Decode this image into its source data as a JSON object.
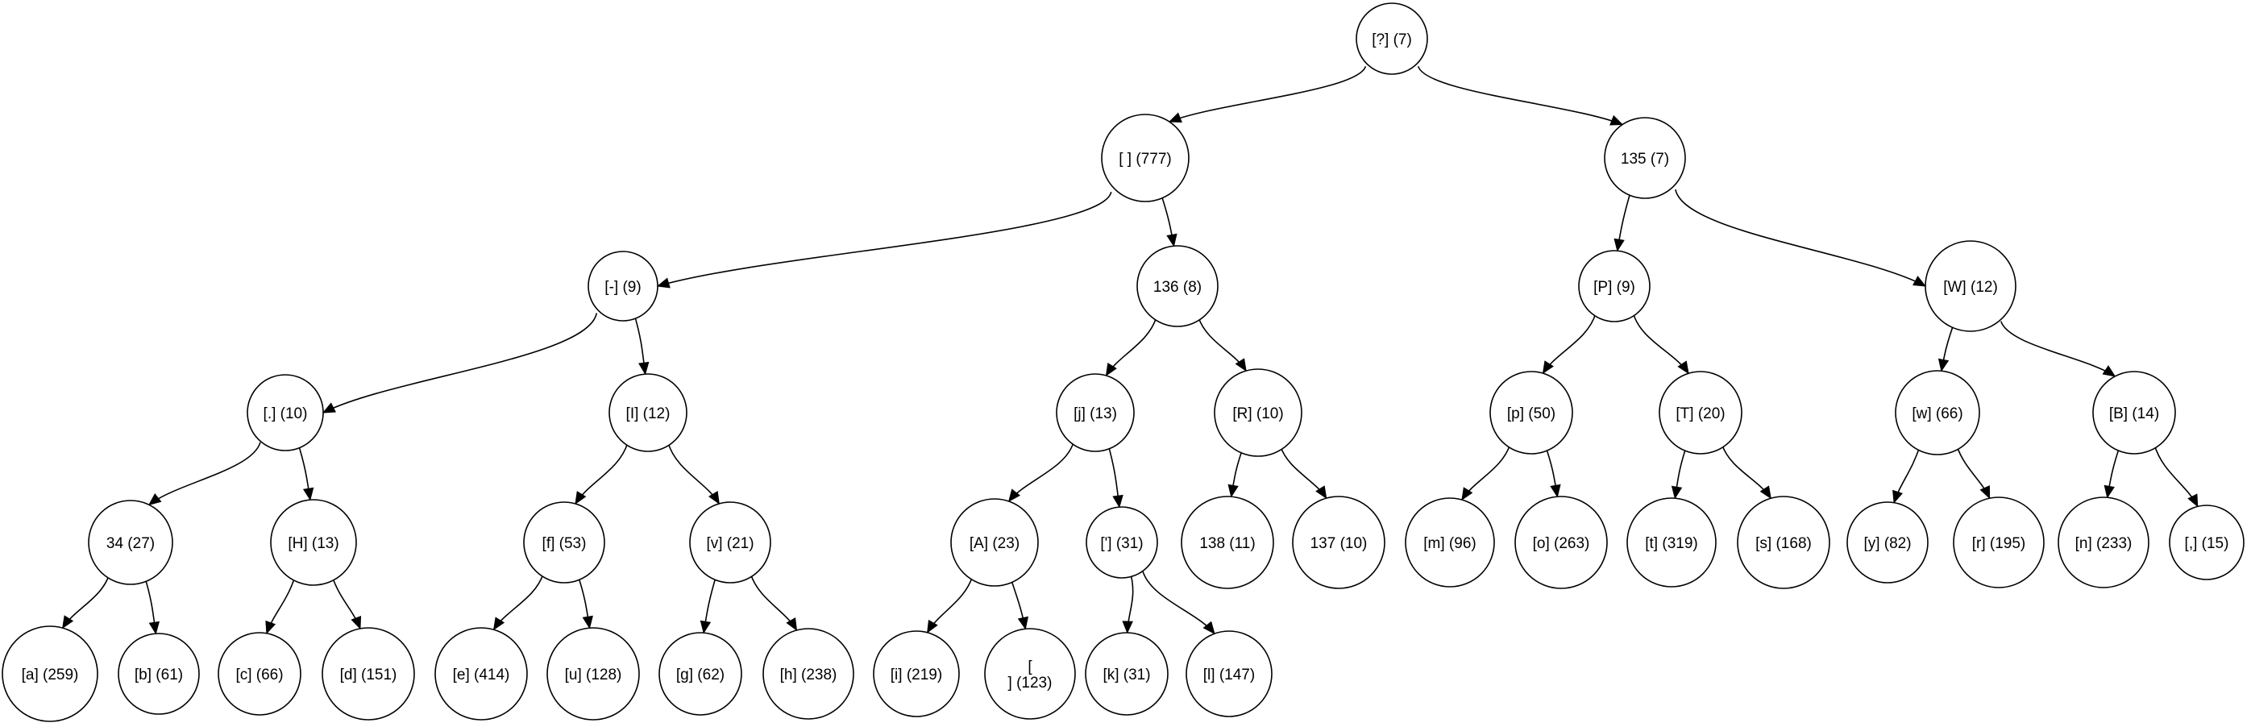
{
  "nodes": [
    {
      "id": "root",
      "lines": [
        "[?] (7)"
      ]
    },
    {
      "id": "n1",
      "lines": [
        "[ ] (777)"
      ]
    },
    {
      "id": "n2",
      "lines": [
        "135 (7)"
      ]
    },
    {
      "id": "n3",
      "lines": [
        "[-] (9)"
      ]
    },
    {
      "id": "n4",
      "lines": [
        "136 (8)"
      ]
    },
    {
      "id": "n5",
      "lines": [
        "[P] (9)"
      ]
    },
    {
      "id": "n6",
      "lines": [
        "[W] (12)"
      ]
    },
    {
      "id": "n7",
      "lines": [
        "[.] (10)"
      ]
    },
    {
      "id": "n8",
      "lines": [
        "[I] (12)"
      ]
    },
    {
      "id": "n9",
      "lines": [
        "[j] (13)"
      ]
    },
    {
      "id": "n10",
      "lines": [
        "[R] (10)"
      ]
    },
    {
      "id": "n11",
      "lines": [
        "[p] (50)"
      ]
    },
    {
      "id": "n12",
      "lines": [
        "[T] (20)"
      ]
    },
    {
      "id": "n13",
      "lines": [
        "[w] (66)"
      ]
    },
    {
      "id": "n14",
      "lines": [
        "[B] (14)"
      ]
    },
    {
      "id": "n15",
      "lines": [
        "34 (27)"
      ]
    },
    {
      "id": "n16",
      "lines": [
        "[H] (13)"
      ]
    },
    {
      "id": "n17",
      "lines": [
        "[f] (53)"
      ]
    },
    {
      "id": "n18",
      "lines": [
        "[v] (21)"
      ]
    },
    {
      "id": "n19",
      "lines": [
        "[A] (23)"
      ]
    },
    {
      "id": "n20",
      "lines": [
        "['] (31)"
      ]
    },
    {
      "id": "n21",
      "lines": [
        "138 (11)"
      ]
    },
    {
      "id": "n22",
      "lines": [
        "137 (10)"
      ]
    },
    {
      "id": "n23",
      "lines": [
        "[m] (96)"
      ]
    },
    {
      "id": "n24",
      "lines": [
        "[o] (263)"
      ]
    },
    {
      "id": "n25",
      "lines": [
        "[t] (319)"
      ]
    },
    {
      "id": "n26",
      "lines": [
        "[s] (168)"
      ]
    },
    {
      "id": "n27",
      "lines": [
        "[y] (82)"
      ]
    },
    {
      "id": "n28",
      "lines": [
        "[r] (195)"
      ]
    },
    {
      "id": "n29",
      "lines": [
        "[n] (233)"
      ]
    },
    {
      "id": "n30",
      "lines": [
        "[,] (15)"
      ]
    },
    {
      "id": "n31",
      "lines": [
        "[a] (259)"
      ]
    },
    {
      "id": "n32",
      "lines": [
        "[b] (61)"
      ]
    },
    {
      "id": "n33",
      "lines": [
        "[c] (66)"
      ]
    },
    {
      "id": "n34",
      "lines": [
        "[d] (151)"
      ]
    },
    {
      "id": "n35",
      "lines": [
        "[e] (414)"
      ]
    },
    {
      "id": "n36",
      "lines": [
        "[u] (128)"
      ]
    },
    {
      "id": "n37",
      "lines": [
        "[g] (62)"
      ]
    },
    {
      "id": "n38",
      "lines": [
        "[h] (238)"
      ]
    },
    {
      "id": "n39",
      "lines": [
        "[i] (219)"
      ]
    },
    {
      "id": "n40",
      "lines": [
        "[",
        "] (123)"
      ]
    },
    {
      "id": "n41",
      "lines": [
        "[k] (31)"
      ]
    },
    {
      "id": "n42",
      "lines": [
        "[l] (147)"
      ]
    }
  ],
  "edges": [
    [
      "root",
      "n1"
    ],
    [
      "root",
      "n2"
    ],
    [
      "n1",
      "n3"
    ],
    [
      "n1",
      "n4"
    ],
    [
      "n2",
      "n5"
    ],
    [
      "n2",
      "n6"
    ],
    [
      "n3",
      "n7"
    ],
    [
      "n3",
      "n8"
    ],
    [
      "n4",
      "n9"
    ],
    [
      "n4",
      "n10"
    ],
    [
      "n5",
      "n11"
    ],
    [
      "n5",
      "n12"
    ],
    [
      "n6",
      "n13"
    ],
    [
      "n6",
      "n14"
    ],
    [
      "n7",
      "n15"
    ],
    [
      "n7",
      "n16"
    ],
    [
      "n8",
      "n17"
    ],
    [
      "n8",
      "n18"
    ],
    [
      "n9",
      "n19"
    ],
    [
      "n9",
      "n20"
    ],
    [
      "n10",
      "n21"
    ],
    [
      "n10",
      "n22"
    ],
    [
      "n11",
      "n23"
    ],
    [
      "n11",
      "n24"
    ],
    [
      "n12",
      "n25"
    ],
    [
      "n12",
      "n26"
    ],
    [
      "n13",
      "n27"
    ],
    [
      "n13",
      "n28"
    ],
    [
      "n14",
      "n29"
    ],
    [
      "n14",
      "n30"
    ],
    [
      "n15",
      "n31"
    ],
    [
      "n15",
      "n32"
    ],
    [
      "n16",
      "n33"
    ],
    [
      "n16",
      "n34"
    ],
    [
      "n17",
      "n35"
    ],
    [
      "n17",
      "n36"
    ],
    [
      "n18",
      "n37"
    ],
    [
      "n18",
      "n38"
    ],
    [
      "n19",
      "n39"
    ],
    [
      "n19",
      "n40"
    ],
    [
      "n20",
      "n41"
    ],
    [
      "n20",
      "n42"
    ]
  ]
}
